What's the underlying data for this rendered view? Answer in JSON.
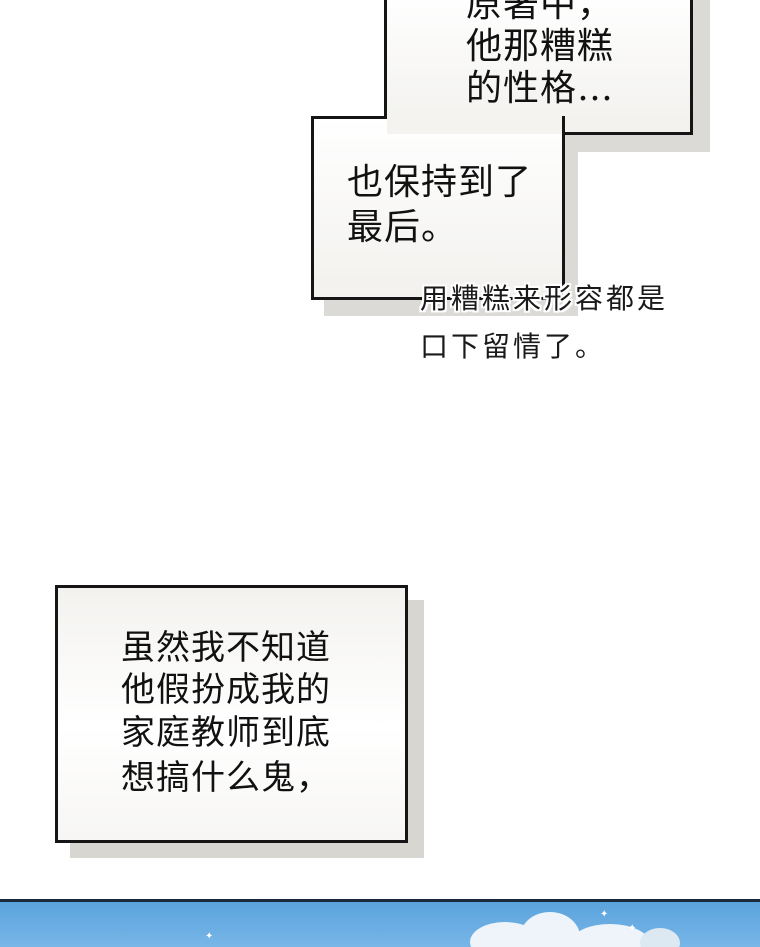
{
  "top_box": {
    "lines": [
      "原著中，",
      "他那糟糕",
      "的性格…"
    ]
  },
  "lower_box": {
    "lines": [
      "也保持到了",
      "最后。"
    ]
  },
  "side_note": {
    "lines": [
      "用糟糕来形容都是",
      "口下留情了。"
    ]
  },
  "middle_box": {
    "lines": [
      "虽然我不知道",
      "他假扮成我的",
      "家庭教师到底",
      "想搞什么鬼，"
    ]
  },
  "sky_panel": {
    "sky_color": "#5ba3dd",
    "cloud_color": "#eef4f9",
    "sparkle_glyph": "✦"
  },
  "colors": {
    "border": "#151515",
    "shadow": "#dcdad6",
    "text": "#111111"
  }
}
